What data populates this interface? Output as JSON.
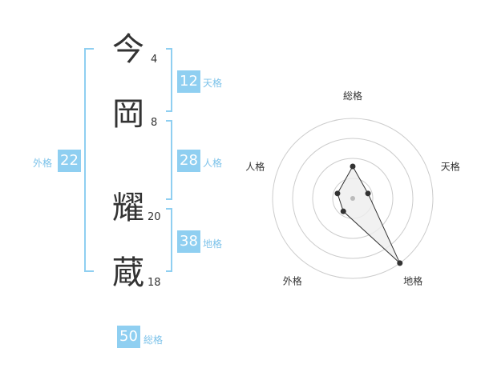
{
  "name": {
    "chars": [
      {
        "char": "今",
        "strokes": "4"
      },
      {
        "char": "岡",
        "strokes": "8"
      },
      {
        "char": "耀",
        "strokes": "20"
      },
      {
        "char": "蔵",
        "strokes": "18"
      }
    ]
  },
  "fortune": {
    "tenkaku": {
      "label": "天格",
      "value": "12"
    },
    "jinkaku": {
      "label": "人格",
      "value": "28"
    },
    "chikaku": {
      "label": "地格",
      "value": "38"
    },
    "gaikaku": {
      "label": "外格",
      "value": "22"
    },
    "soukaku": {
      "label": "総格",
      "value": "50"
    }
  },
  "chart_data": {
    "type": "radar",
    "axes": [
      "総格",
      "天格",
      "地格",
      "外格",
      "人格"
    ],
    "values": [
      2,
      1,
      5,
      1,
      1
    ],
    "range": [
      0,
      5
    ],
    "rings": 4,
    "colors": {
      "ring": "#cccccc",
      "fill": "#eeeeee",
      "line": "#333333",
      "point": "#333333",
      "center": "#bbbbbb"
    }
  }
}
